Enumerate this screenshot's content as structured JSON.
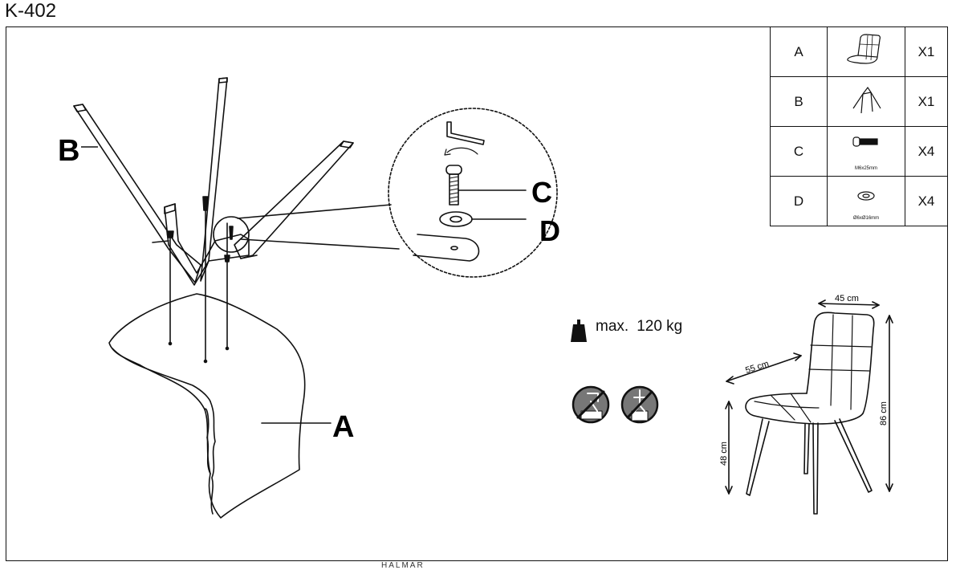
{
  "document": {
    "title": "K-402",
    "footer": "HALMAR"
  },
  "labels": {
    "seat": "A",
    "legs": "B",
    "screw": "C",
    "washer": "D"
  },
  "parts_table": {
    "rows": [
      {
        "letter": "A",
        "quantity": "X1",
        "icon": "seat-icon",
        "spec": ""
      },
      {
        "letter": "B",
        "quantity": "X1",
        "icon": "legs-icon",
        "spec": ""
      },
      {
        "letter": "C",
        "quantity": "X4",
        "icon": "screw-icon",
        "spec": "M6x25mm"
      },
      {
        "letter": "D",
        "quantity": "X4",
        "icon": "washer-icon",
        "spec": "Ø6xØ16mm"
      }
    ]
  },
  "load": {
    "max_label": "max.",
    "value": "120 kg"
  },
  "dimensions": {
    "width": "45 cm",
    "depth": "55 cm",
    "height": "86 cm",
    "seat_height": "48 cm"
  },
  "warnings": [
    "no-standing-on-chair-icon",
    "no-stepping-on-chair-icon"
  ]
}
